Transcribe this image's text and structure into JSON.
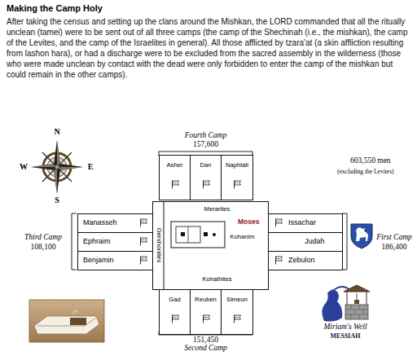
{
  "diagram": {
    "title": "Making the Camp Holy",
    "nodes": [
      {
        "text": [
          "Asher"
        ]
      },
      {
        "text": [
          "Dan"
        ]
      },
      {
        "text": [
          "Naphtali"
        ]
      },
      {
        "text": [
          "Manasseh"
        ]
      },
      {
        "text": [
          "Issachar"
        ]
      },
      {
        "text": [
          "Ephraim"
        ]
      },
      {
        "text": [
          "Merarites",
          "Gershonites",
          "Moses",
          "Kohathites"
        ]
      },
      {
        "text": [
          "Kohanim"
        ],
        "in": 6
      },
      {
        "text": [
          "Judah"
        ]
      },
      {
        "text": [
          "Benjamin"
        ]
      },
      {
        "text": [
          "Zebulon"
        ]
      },
      {
        "text": [
          "Gad"
        ]
      },
      {
        "text": [
          "Reuben"
        ]
      },
      {
        "text": [
          "Simeon"
        ]
      }
    ],
    "edges": [
      {
        "from": 8,
        "to": 7,
        "arrow": "to"
      }
    ],
    "labels": [
      "After taking the census and setting up the clans around the Mishkan, the LORD commanded that all the ritually unclean (tamei) were to be sent out of all three camps (the camp of the Shechinah (i.e., the mishkan), the camp of the Levites, and the camp of the Israelites in general). All those afflicted by tzara'at (a skin affliction resulting from lashon hara), or had a discharge were to be excluded from the sacred assembly in the wilderness (those who were made unclean by contact with the dead were only forbidden to enter the camp of the mishkan but could remain in the other camps).",
      "N",
      "W",
      "E",
      "S",
      "Fourth Camp",
      "157,600",
      "603,550 men",
      "(excluding the Levites)",
      "Third Camp",
      "108,100",
      "First Camp",
      "186,400",
      "151,450",
      "Second Camp",
      "Miriam's Well",
      "MESSIAH"
    ]
  }
}
